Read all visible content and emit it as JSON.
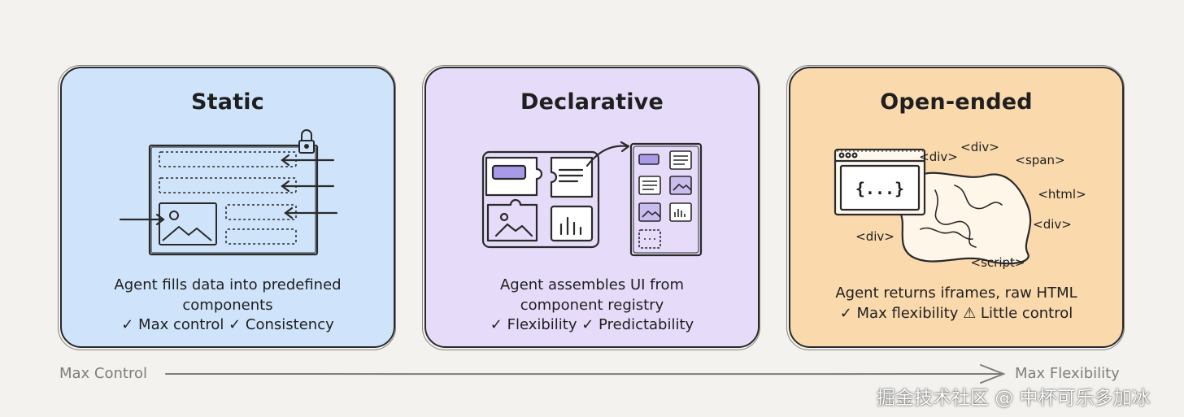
{
  "cards": [
    {
      "title": "Static",
      "description_lines": [
        "Agent fills data into predefined",
        "components",
        "✓ Max control ✓ Consistency"
      ],
      "background": "#cfe4fb"
    },
    {
      "title": "Declarative",
      "description_lines": [
        "Agent assembles UI from",
        "component registry",
        "✓ Flexibility ✓ Predictability"
      ],
      "background": "#e6dcf9"
    },
    {
      "title": "Open-ended",
      "description_lines": [
        "Agent returns iframes, raw HTML",
        "✓ Max flexibility ⚠ Little control"
      ],
      "background": "#fad9ad",
      "code_braces": "{...}",
      "tags": [
        "<div>",
        "<div>",
        "<span>",
        "<html>",
        "<div>",
        "<div>",
        "<script>"
      ]
    }
  ],
  "axis": {
    "left_label": "Max Control",
    "right_label": "Max Flexibility"
  },
  "watermark": "掘金技术社区 @ 中杯可乐多加冰"
}
